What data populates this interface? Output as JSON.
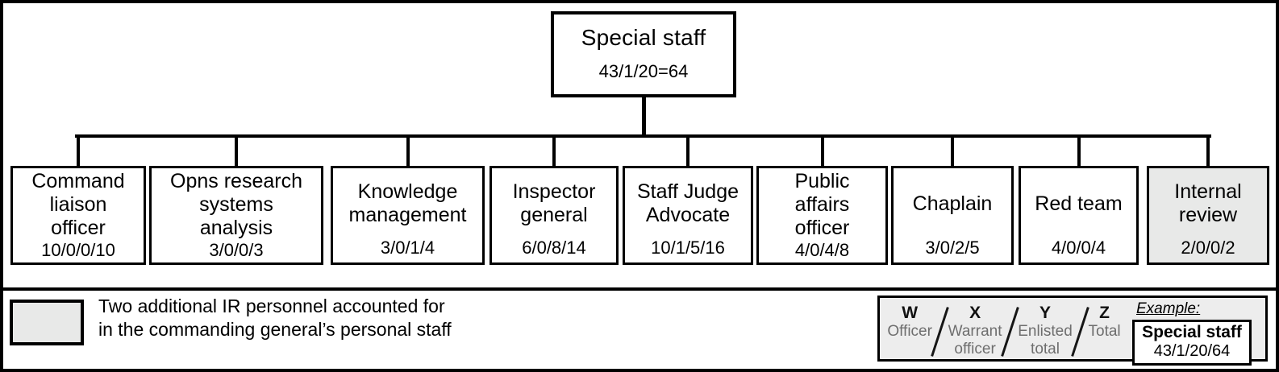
{
  "root": {
    "label": "Special staff",
    "value": "43/1/20=64"
  },
  "children": [
    {
      "label_lines": [
        "Command",
        "liaison",
        "officer"
      ],
      "value": "10/0/0/10",
      "shaded": false
    },
    {
      "label_lines": [
        "Opns research",
        "systems",
        "analysis"
      ],
      "value": "3/0/0/3",
      "shaded": false
    },
    {
      "label_lines": [
        "Knowledge",
        "management"
      ],
      "value": "3/0/1/4",
      "shaded": false
    },
    {
      "label_lines": [
        "Inspector",
        "general"
      ],
      "value": "6/0/8/14",
      "shaded": false
    },
    {
      "label_lines": [
        "Staff Judge",
        "Advocate"
      ],
      "value": "10/1/5/16",
      "shaded": false
    },
    {
      "label_lines": [
        "Public",
        "affairs",
        "officer"
      ],
      "value": "4/0/4/8",
      "shaded": false
    },
    {
      "label_lines": [
        "Chaplain"
      ],
      "value": "3/0/2/5",
      "shaded": false
    },
    {
      "label_lines": [
        "Red team"
      ],
      "value": "4/0/0/4",
      "shaded": false
    },
    {
      "label_lines": [
        "Internal",
        "review"
      ],
      "value": "2/0/0/2",
      "shaded": true
    }
  ],
  "footnote": {
    "lines": [
      "Two additional IR personnel accounted for",
      "in the commanding general’s personal staff"
    ]
  },
  "legend": {
    "key": [
      {
        "symbol": "W",
        "label_lines": [
          "Officer"
        ]
      },
      {
        "symbol": "X",
        "label_lines": [
          "Warrant",
          "officer"
        ]
      },
      {
        "symbol": "Y",
        "label_lines": [
          "Enlisted",
          "total"
        ]
      },
      {
        "symbol": "Z",
        "label_lines": [
          "Total"
        ]
      }
    ],
    "example": {
      "title": "Example:",
      "box_label": "Special staff",
      "box_value": "43/1/20/64"
    }
  },
  "colors": {
    "line": "#000000",
    "shaded_fill": "#e8e9e8",
    "legend_fill": "#ededed",
    "muted_text": "#6e6e6e"
  }
}
